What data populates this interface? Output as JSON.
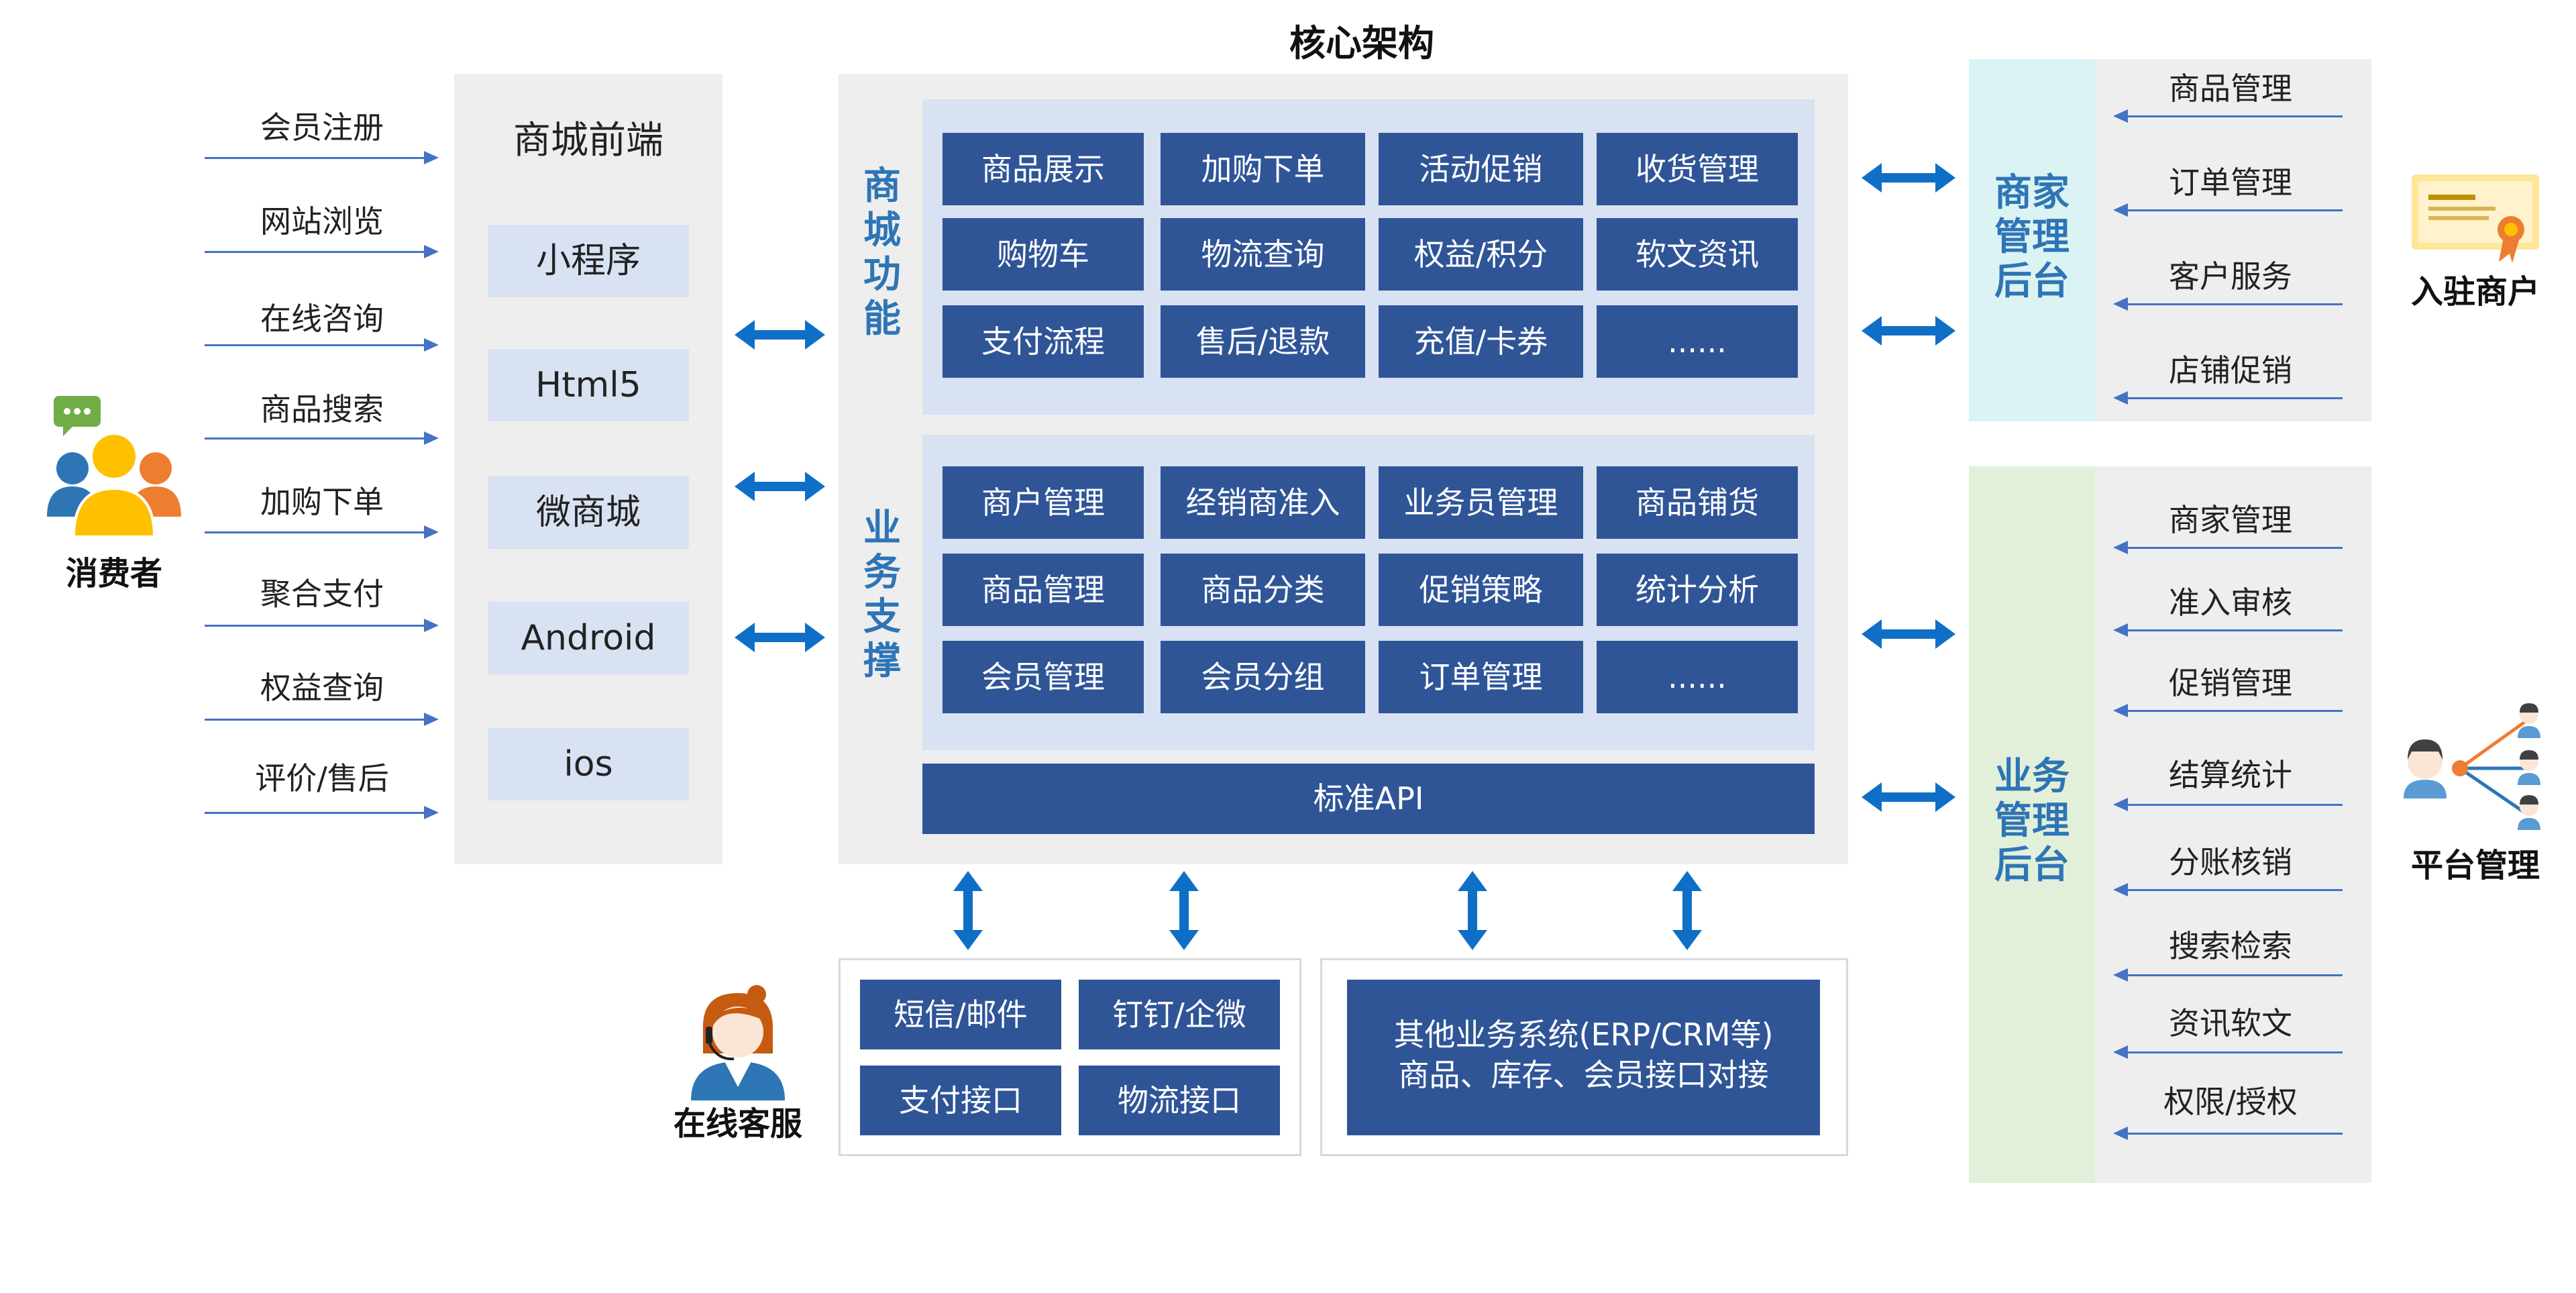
{
  "title": "核心架构",
  "consumer": {
    "label": "消费者",
    "actions": [
      "会员注册",
      "网站浏览",
      "在线咨询",
      "商品搜索",
      "加购下单",
      "聚合支付",
      "权益查询",
      "评价/售后"
    ]
  },
  "frontend": {
    "title": "商城前端",
    "items": [
      "小程序",
      "Html5",
      "微商城",
      "Android",
      "ios"
    ]
  },
  "core": {
    "mall_label": "商城功能",
    "mall_cells": [
      "商品展示",
      "加购下单",
      "活动促销",
      "收货管理",
      "购物车",
      "物流查询",
      "权益/积分",
      "软文资讯",
      "支付流程",
      "售后/退款",
      "充值/卡券",
      "......"
    ],
    "biz_label": "业务支撑",
    "biz_cells": [
      "商户管理",
      "经销商准入",
      "业务员管理",
      "商品铺货",
      "商品管理",
      "商品分类",
      "促销策略",
      "统计分析",
      "会员管理",
      "会员分组",
      "订单管理",
      "......"
    ],
    "api": "标准API"
  },
  "bottom": {
    "service_label": "在线客服",
    "left_cells": [
      "短信/邮件",
      "钉钉/企微",
      "支付接口",
      "物流接口"
    ],
    "other_line1": "其他业务系统(ERP/CRM等)",
    "other_line2": "商品、库存、会员接口对接"
  },
  "merchant_backend": {
    "label": "商家管理后台",
    "items": [
      "商品管理",
      "订单管理",
      "客户服务",
      "店铺促销"
    ],
    "side_label": "入驻商户"
  },
  "business_backend": {
    "label": "业务管理后台",
    "items": [
      "商家管理",
      "准入审核",
      "促销管理",
      "结算统计",
      "分账核销",
      "搜索检索",
      "资讯软文",
      "权限/授权"
    ],
    "side_label": "平台管理"
  },
  "colors": {
    "cell_blue": "#2f5597",
    "chip_light": "#d9e2f3",
    "arrow_blue": "#0f6fc6",
    "label_blue": "#2e75b6",
    "mint": "#dcf3f3",
    "green_light": "#e2f0d9"
  }
}
